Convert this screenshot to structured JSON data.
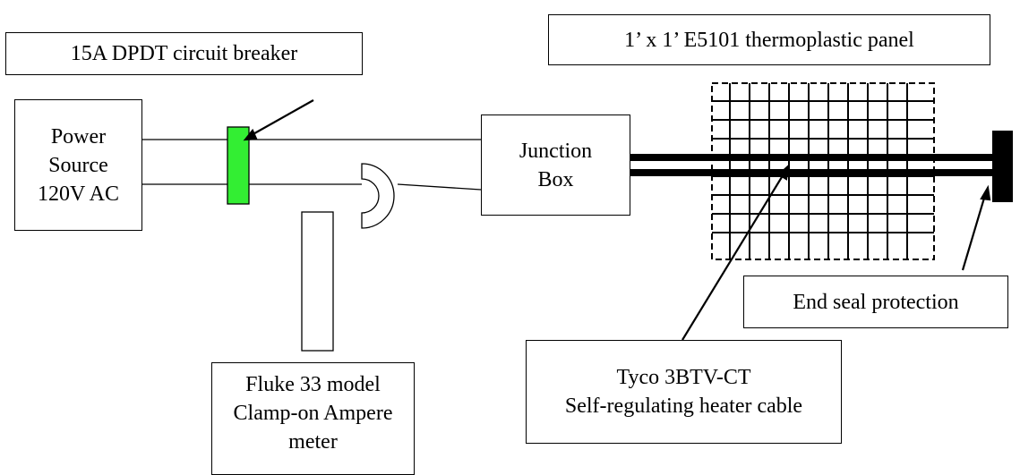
{
  "labels": {
    "breaker_callout": "15A DPDT circuit breaker",
    "panel_callout": "1’ x 1’ E5101 thermoplastic panel",
    "power_source": [
      "Power",
      "Source",
      "120V AC"
    ],
    "junction_box": [
      "Junction",
      "Box"
    ],
    "end_seal_callout": "End seal protection",
    "heater_callout": [
      "Tyco 3BTV-CT",
      "Self-regulating heater cable"
    ],
    "meter_callout": [
      "Fluke 33 model",
      "Clamp-on Ampere",
      "meter"
    ]
  },
  "colors": {
    "breaker_fill": "#33ee33",
    "line": "#000000",
    "background": "#ffffff"
  }
}
